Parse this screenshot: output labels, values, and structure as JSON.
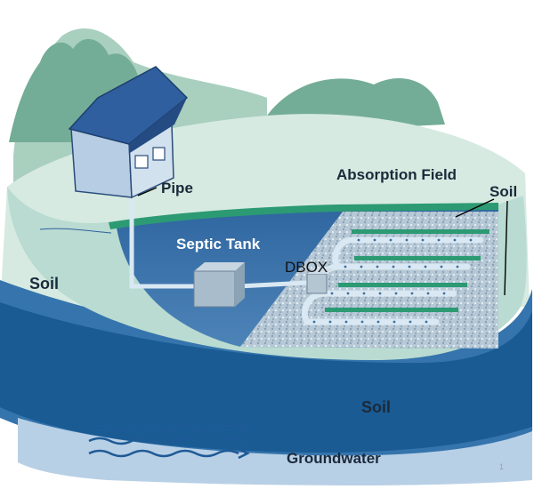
{
  "labels": {
    "pipe": "Pipe",
    "absorption_field": "Absorption Field",
    "soil_right": "Soil",
    "septic_tank": "Septic Tank",
    "dbox": "DBOX",
    "soil_left": "Soil",
    "soil_bottom": "Soil",
    "groundwater": "Groundwater",
    "page_number": "1"
  },
  "colors": {
    "hill": "#a9cfbf",
    "trees": "#74ad97",
    "ground_top": "#d6eae1",
    "soil_light": "#b9dbd1",
    "soil_dark": "#1a5b94",
    "soil_mid": "#3574ad",
    "groundwater": "#b8d0e6",
    "pit": "#4d84b8",
    "pit_shadow": "#2f66a0",
    "gravel": "#b7c9d6",
    "pipe": "#d9e8f2",
    "grass": "#2c9a73",
    "house_wall": "#b7cde3",
    "house_roof": "#2f5f9e",
    "arrows": "#1e5a96"
  }
}
